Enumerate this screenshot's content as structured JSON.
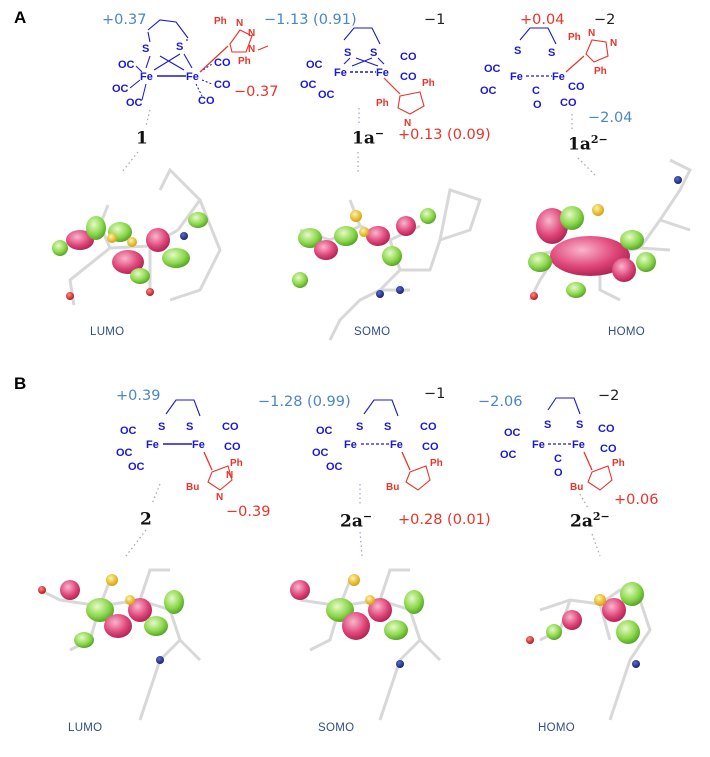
{
  "panels": [
    {
      "letter": "A",
      "columns": [
        {
          "fe_charge": "+0.37",
          "ligand_charge": "−0.37",
          "charge": "",
          "label": "1",
          "sup": "",
          "orbital": "LUMO"
        },
        {
          "fe_charge": "−1.13 (0.91)",
          "ligand_charge": "+0.13 (0.09)",
          "charge": "−1",
          "label": "1a",
          "sup": "−",
          "orbital": "SOMO"
        },
        {
          "fe_charge": "−2.04",
          "ligand_charge": "+0.04",
          "charge": "−2",
          "label": "1a",
          "sup": "2−",
          "orbital": "HOMO"
        }
      ]
    },
    {
      "letter": "B",
      "columns": [
        {
          "fe_charge": "+0.39",
          "ligand_charge": "−0.39",
          "charge": "",
          "label": "2",
          "sup": "",
          "orbital": "LUMO"
        },
        {
          "fe_charge": "−1.28 (0.99)",
          "ligand_charge": "+0.28 (0.01)",
          "charge": "−1",
          "label": "2a",
          "sup": "−",
          "orbital": "SOMO"
        },
        {
          "fe_charge": "−2.06",
          "ligand_charge": "+0.06",
          "charge": "−2",
          "label": "2a",
          "sup": "2−",
          "orbital": "HOMO"
        }
      ]
    }
  ],
  "atoms": {
    "fe": "Fe",
    "s": "S",
    "co": "CO",
    "oc": "OC",
    "c": "C",
    "o": "O",
    "ph": "Ph",
    "n": "N",
    "bu": "Bu"
  },
  "colors": {
    "complex": "#1a1acc",
    "ligand": "#e8342a",
    "fe_charge": "#4a86c8",
    "orbital_pos": "#e0457a",
    "orbital_neg": "#8ad84a",
    "sulfur": "#f5c518",
    "iron": "#e89a3c",
    "nitrogen": "#1f2a8a",
    "oxygen": "#d42020",
    "carbon": "#e8e8e8"
  }
}
